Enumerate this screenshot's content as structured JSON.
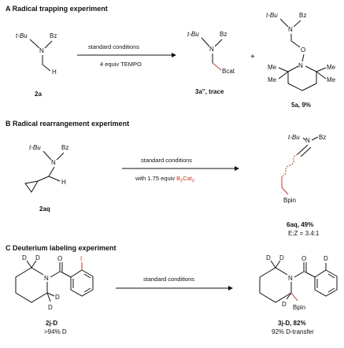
{
  "colors": {
    "text": "#111111",
    "highlight": "#c0392b",
    "background": "#ffffff"
  },
  "sectionA": {
    "title": "A  Radical trapping experiment",
    "substrate": {
      "tbu": "t-Bu",
      "n": "N",
      "bz": "Bz",
      "h": "H",
      "label": "2a"
    },
    "arrow": {
      "top": "standard conditions",
      "bottom": "4 equiv TEMPO"
    },
    "product1": {
      "tbu": "t-Bu",
      "n": "N",
      "bz": "Bz",
      "bcat": "Bcat",
      "label": "3a'', trace"
    },
    "plus": "+",
    "product2": {
      "tbu": "t-Bu",
      "n": "N",
      "bz": "Bz",
      "o": "O",
      "n2": "N",
      "me1": "Me",
      "me2": "Me",
      "me3": "Me",
      "me4": "Me",
      "label": "5a, 9%"
    }
  },
  "sectionB": {
    "title": "B  Radical rearrangement experiment",
    "substrate": {
      "tbu": "t-Bu",
      "n": "N",
      "bz": "Bz",
      "h": "H",
      "label": "2aq"
    },
    "arrow": {
      "top": "standard conditions",
      "bottom_prefix": "with 1.75 equiv ",
      "bottom_reagent": "B",
      "bottom_sub1": "2",
      "bottom_reagent2": "Cat",
      "bottom_sub2": "2"
    },
    "product": {
      "tbu": "t-Bu",
      "n": "N",
      "bz": "Bz",
      "bpin": "Bpin",
      "label": "6aq, 49%",
      "ratio": "E:Z = 3.4:1"
    }
  },
  "sectionC": {
    "title": "C  Deuterium labeling experiment",
    "substrate": {
      "d1": "D",
      "d2": "D",
      "d3": "D",
      "d4": "D",
      "n": "N",
      "o": "O",
      "i": "I",
      "label": "2j-D",
      "purity": ">94% D"
    },
    "arrow": {
      "top": "standard conditions"
    },
    "product": {
      "d1": "D",
      "d2": "D",
      "d3": "D",
      "d4": "D",
      "n": "N",
      "o": "O",
      "bpin": "Bpin",
      "label": "3j-D, 82%",
      "transfer": "92% D-transfer"
    }
  }
}
